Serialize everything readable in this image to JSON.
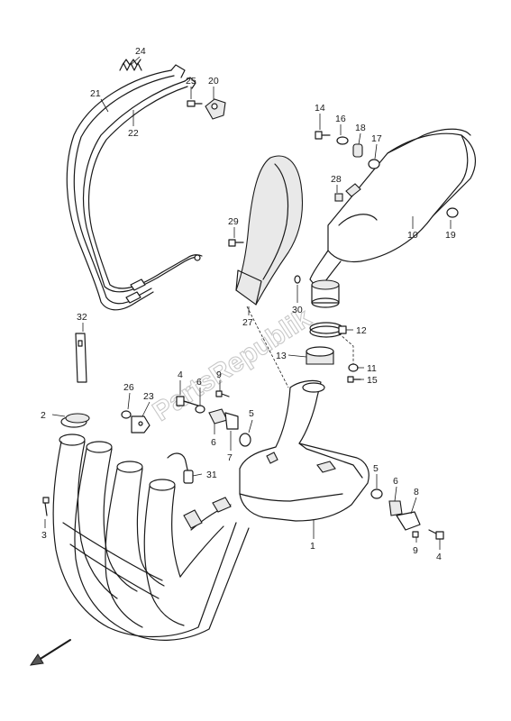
{
  "diagram": {
    "watermark": "PartsRepublik",
    "callouts": [
      "1",
      "2",
      "3",
      "4",
      "4",
      "5",
      "5",
      "6",
      "6",
      "6",
      "7",
      "8",
      "9",
      "9",
      "10",
      "11",
      "12",
      "13",
      "14",
      "15",
      "16",
      "17",
      "18",
      "19",
      "20",
      "21",
      "22",
      "23",
      "24",
      "25",
      "26",
      "27",
      "28",
      "29",
      "30",
      "31",
      "32"
    ]
  }
}
